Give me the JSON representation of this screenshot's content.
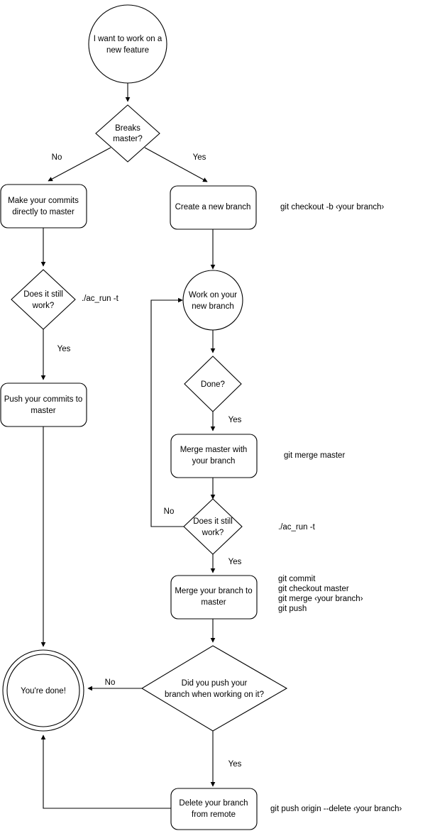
{
  "diagram": {
    "title": "Git branching workflow flowchart",
    "background_color": "#ffffff",
    "stroke_color": "#000000",
    "nodes": [
      {
        "id": "start",
        "shape": "circle",
        "lines": [
          "I want to work on a",
          "new feature"
        ]
      },
      {
        "id": "breaks",
        "shape": "diamond",
        "lines": [
          "Breaks",
          "master?"
        ]
      },
      {
        "id": "make",
        "shape": "rounded-rect",
        "lines": [
          "Make your commits",
          "directly to master"
        ]
      },
      {
        "id": "createbranch",
        "shape": "rounded-rect",
        "lines": [
          "Create a new branch"
        ]
      },
      {
        "id": "stillwork1",
        "shape": "diamond",
        "lines": [
          "Does it still",
          "work?"
        ]
      },
      {
        "id": "workon",
        "shape": "circle",
        "lines": [
          "Work on your",
          "new branch"
        ]
      },
      {
        "id": "pushmaster",
        "shape": "rounded-rect",
        "lines": [
          "Push your commits to",
          "master"
        ]
      },
      {
        "id": "done",
        "shape": "diamond",
        "lines": [
          "Done?"
        ]
      },
      {
        "id": "mergemaster",
        "shape": "rounded-rect",
        "lines": [
          "Merge master with",
          "your branch"
        ]
      },
      {
        "id": "stillwork2",
        "shape": "diamond",
        "lines": [
          "Does it still",
          "work?"
        ]
      },
      {
        "id": "mergebranch",
        "shape": "rounded-rect",
        "lines": [
          "Merge your branch to",
          "master"
        ]
      },
      {
        "id": "youredone",
        "shape": "double-circle",
        "lines": [
          "You're done!"
        ]
      },
      {
        "id": "didpush",
        "shape": "diamond",
        "lines": [
          "Did you push your",
          "branch when working on it?"
        ]
      },
      {
        "id": "deletebranch",
        "shape": "rounded-rect",
        "lines": [
          "Delete your branch",
          "from remote"
        ]
      }
    ],
    "edge_labels": [
      {
        "id": "breaks-no",
        "text": "No"
      },
      {
        "id": "breaks-yes",
        "text": "Yes"
      },
      {
        "id": "stillwork1-yes",
        "text": "Yes"
      },
      {
        "id": "done-yes",
        "text": "Yes"
      },
      {
        "id": "stillwork2-no",
        "text": "No"
      },
      {
        "id": "stillwork2-yes",
        "text": "Yes"
      },
      {
        "id": "didpush-no",
        "text": "No"
      },
      {
        "id": "didpush-yes",
        "text": "Yes"
      }
    ],
    "annotations": [
      {
        "id": "ann-createbranch",
        "lines": [
          "git checkout -b ‹your branch›"
        ]
      },
      {
        "id": "ann-stillwork1",
        "lines": [
          "./ac_run -t"
        ]
      },
      {
        "id": "ann-mergemaster",
        "lines": [
          "git merge master"
        ]
      },
      {
        "id": "ann-stillwork2",
        "lines": [
          "./ac_run -t"
        ]
      },
      {
        "id": "ann-mergebranch",
        "lines": [
          "git commit",
          "git checkout master",
          "git merge ‹your branch›",
          "git push"
        ]
      },
      {
        "id": "ann-deletebranch",
        "lines": [
          "git push origin --delete ‹your branch›"
        ]
      }
    ]
  }
}
